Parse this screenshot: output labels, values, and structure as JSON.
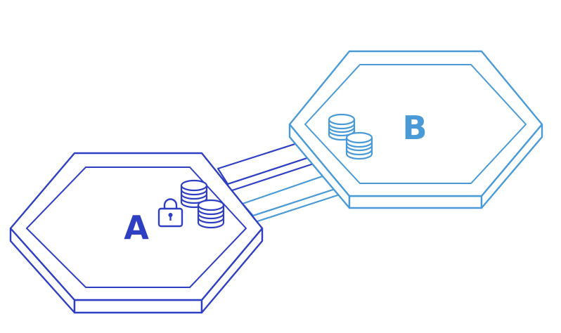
{
  "platform_a": {
    "label": "A",
    "color": "#2f3fc2",
    "icons": [
      "lock-icon",
      "coin-stack-icon",
      "coin-stack-icon"
    ]
  },
  "platform_b": {
    "label": "B",
    "color": "#4a9ad8",
    "icons": [
      "coin-stack-icon",
      "coin-stack-icon"
    ]
  },
  "bridges": [
    {
      "name": "upper-bridge",
      "color": "#2f3fc2"
    },
    {
      "name": "lower-bridge",
      "color": "#4a9ad8"
    }
  ]
}
